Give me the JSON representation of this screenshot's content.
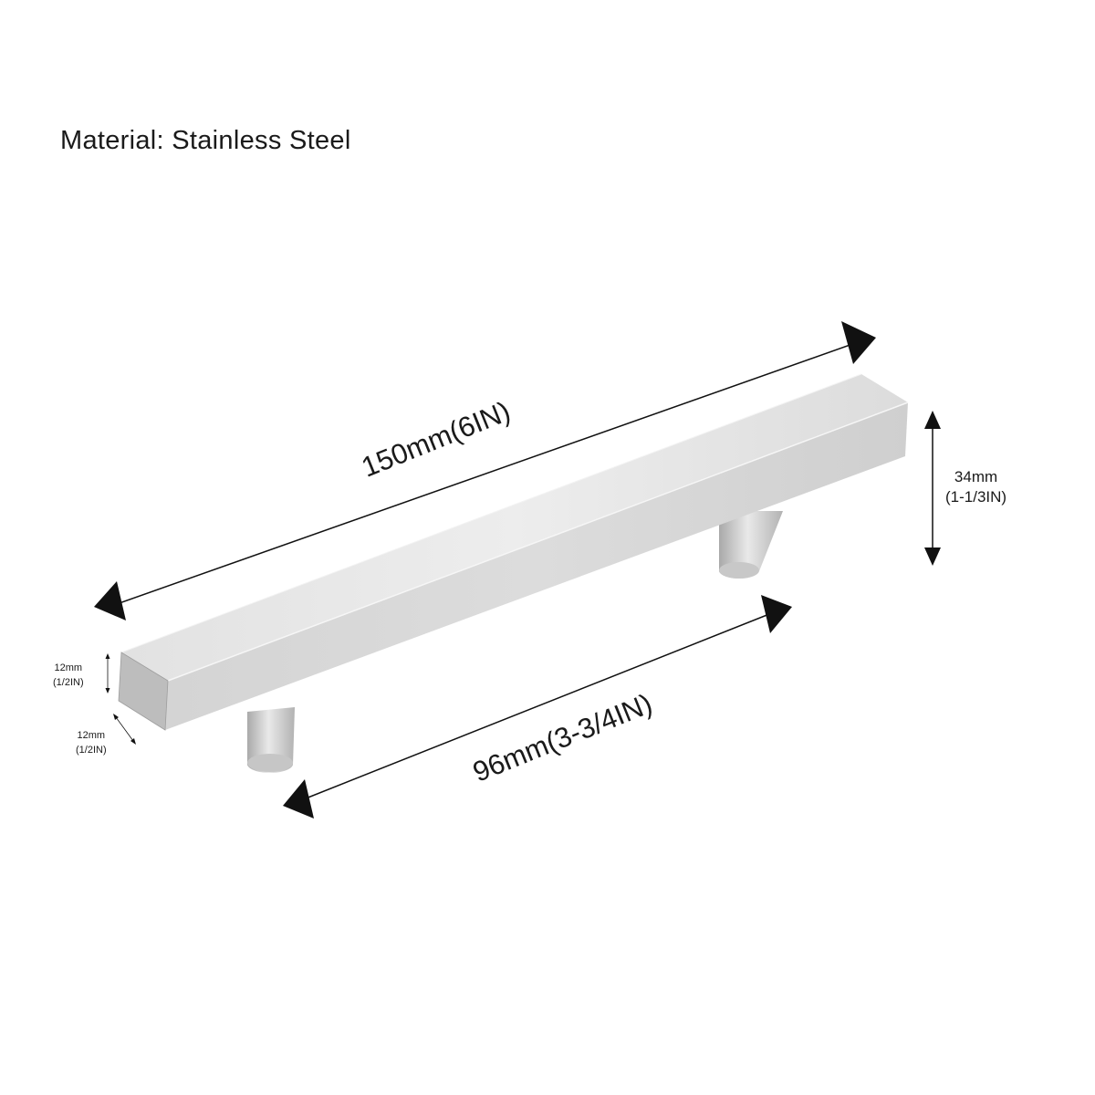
{
  "material": "Material: Stainless Steel",
  "dimensions": {
    "length": "150mm(6IN)",
    "hole_spacing": "96mm(3-3/4IN)",
    "height": {
      "mm": "34mm",
      "inch": "(1-1/3IN)"
    },
    "bar_thickness": {
      "mm": "12mm",
      "inch": "(1/2IN)"
    },
    "bar_width": {
      "mm": "12mm",
      "inch": "(1/2IN)"
    }
  },
  "colors": {
    "steel_light": "#ececec",
    "steel_mid": "#d6d6d6",
    "steel_dark": "#a8a8a8",
    "arrow": "#111111"
  }
}
